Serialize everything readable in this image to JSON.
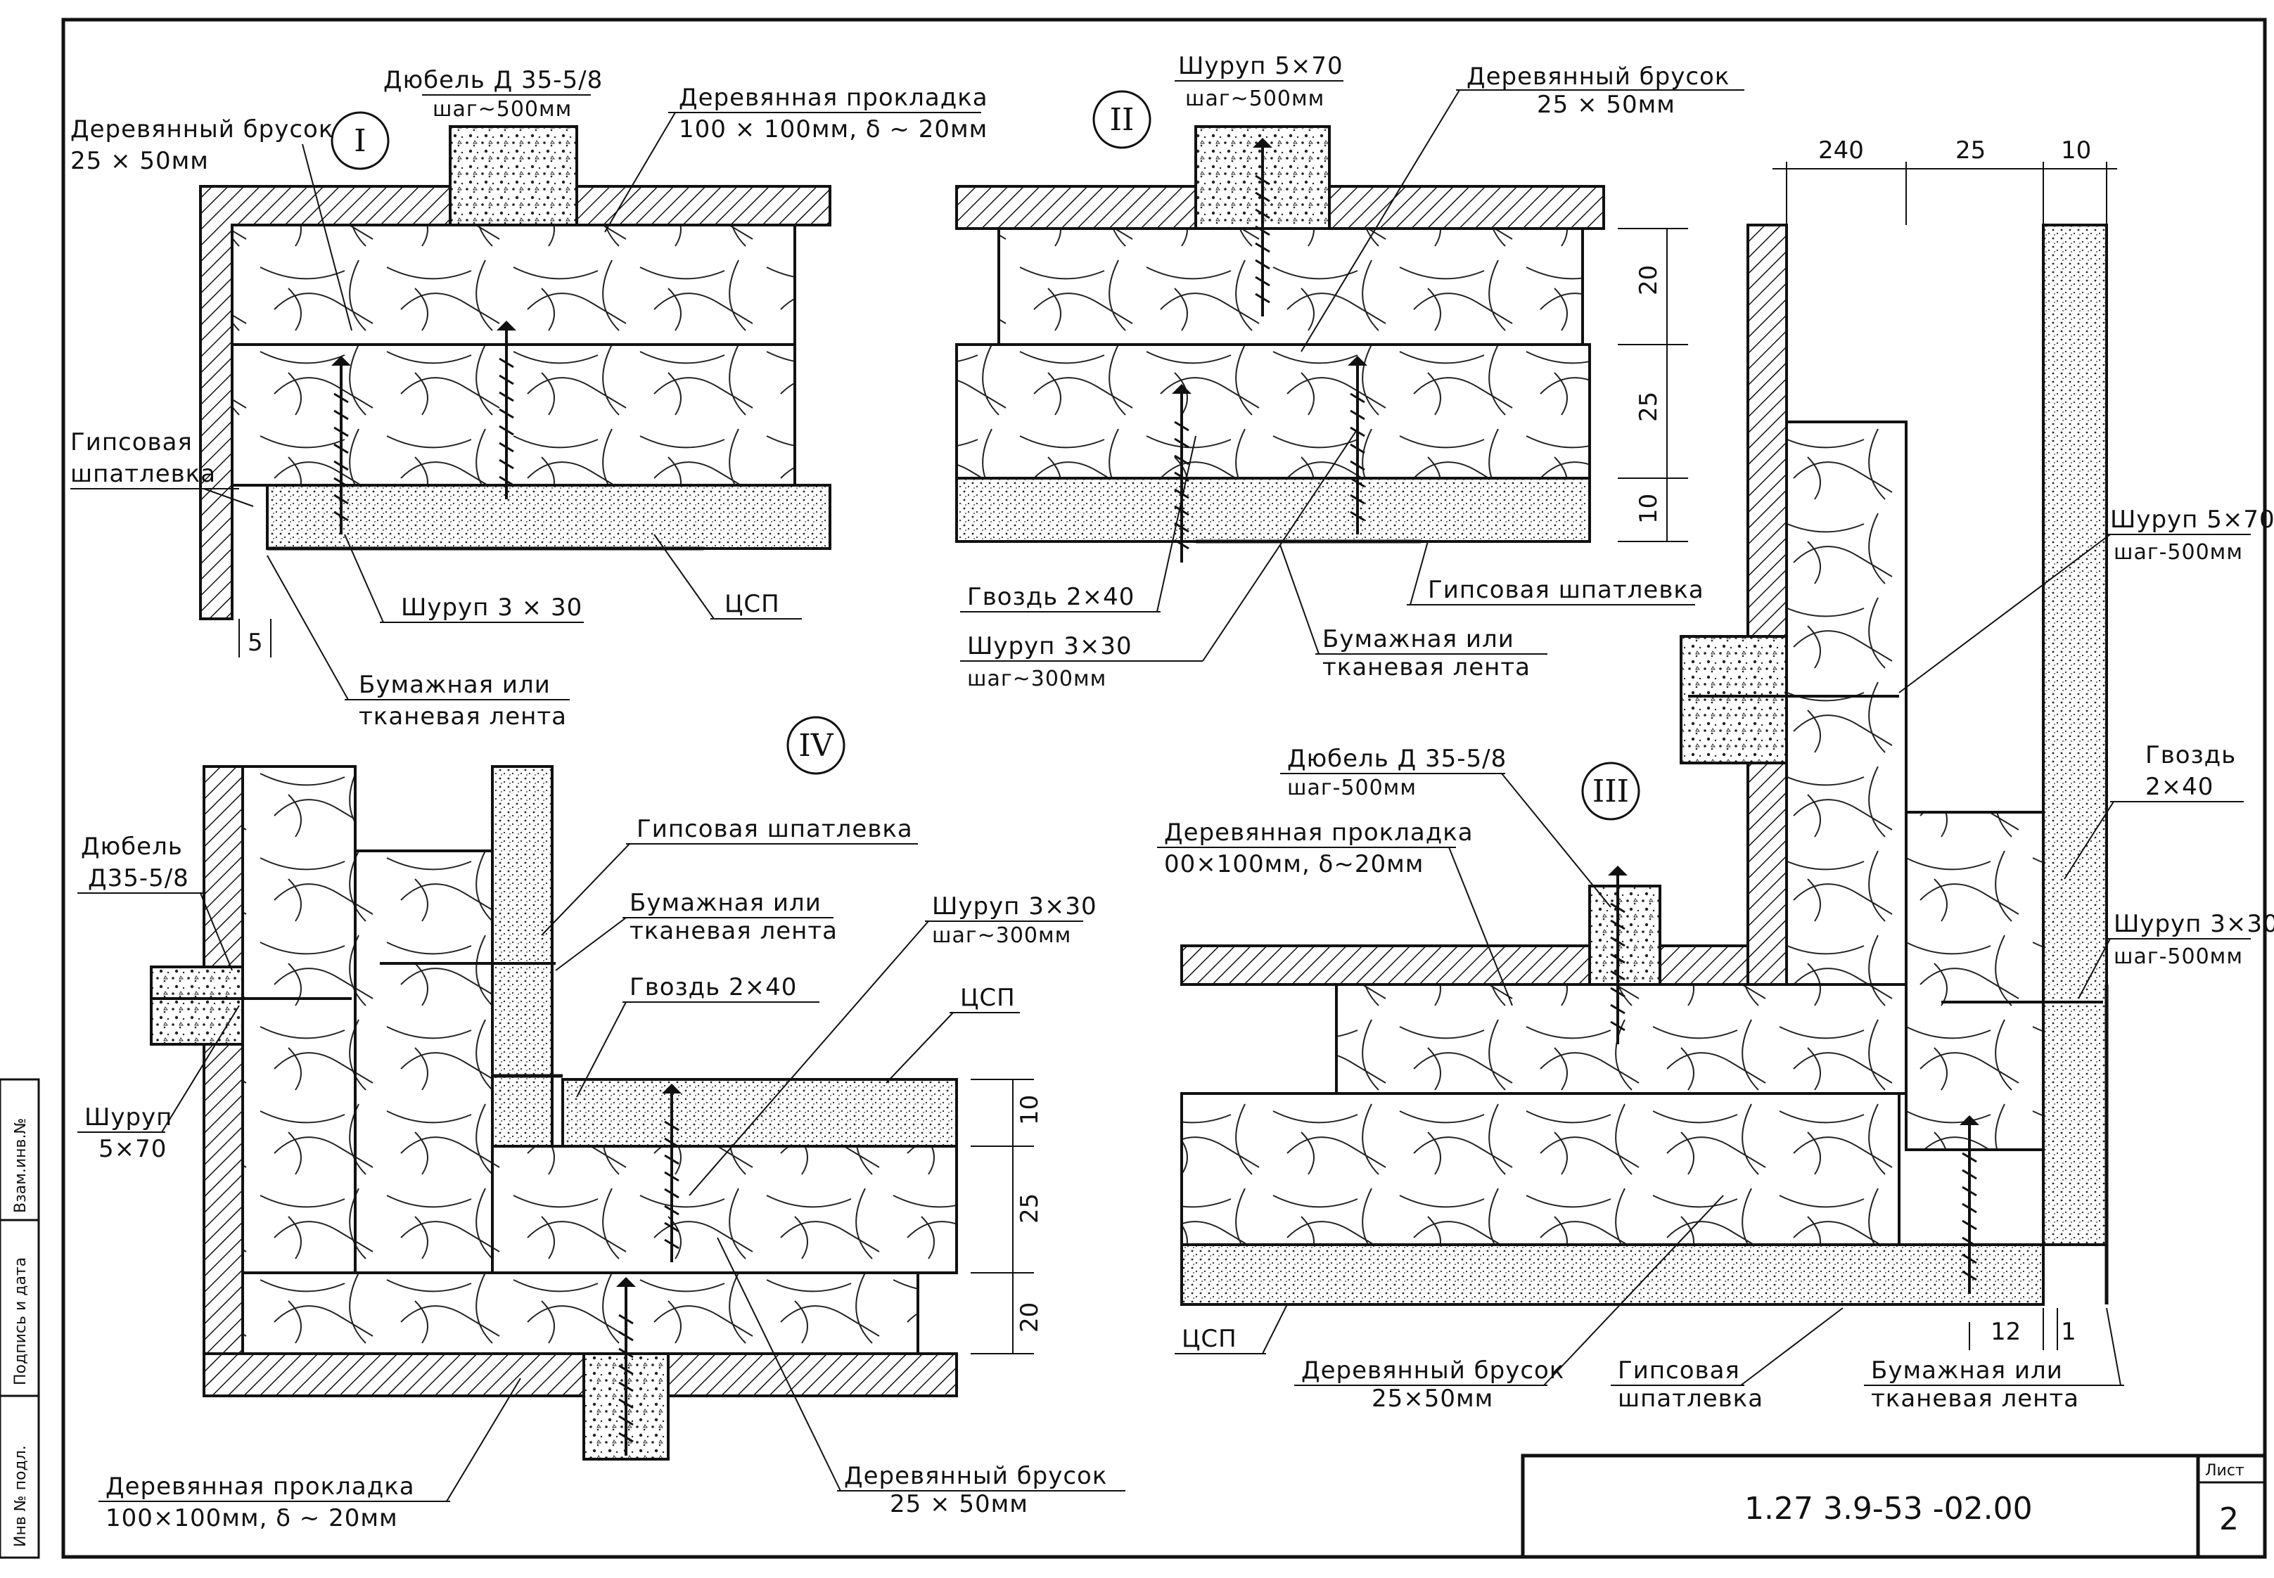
{
  "details": {
    "d1": {
      "roman": "I",
      "dowel": "Дюбель Д 35-5/8",
      "dowel_step": "шаг~500мм",
      "bar": "Деревянный брусок",
      "bar_size": "25 × 50мм",
      "pad": "Деревянная прокладка",
      "pad_size": "100 × 100мм, δ ~ 20мм",
      "putty_1": "Гипсовая",
      "putty_2": "шпатлевка",
      "screw": "Шуруп 3 × 30",
      "csp": "ЦСП",
      "tape_1": "Бумажная или",
      "tape_2": "тканевая лента",
      "dim": "5"
    },
    "d2": {
      "roman": "II",
      "screw_top": "Шуруп 5×70",
      "screw_top_step": "шаг~500мм",
      "bar": "Деревянный брусок",
      "bar_size": "25 × 50мм",
      "nail": "Гвоздь 2×40",
      "putty": "Гипсовая шпатлевка",
      "screw": "Шуруп 3×30",
      "screw_step": "шаг~300мм",
      "tape_1": "Бумажная или",
      "tape_2": "тканевая лента",
      "dims": [
        "20",
        "25",
        "10"
      ]
    },
    "d3": {
      "roman": "III",
      "dims_top": [
        "240",
        "25",
        "10"
      ],
      "screw_5x70": "Шуруп 5×70",
      "screw_5x70_step": "шаг-500мм",
      "nail_1": "Гвоздь",
      "nail_2": "2×40",
      "screw_3x30": "Шуруп 3×30",
      "screw_3x30_step": "шаг-500мм",
      "dowel": "Дюбель Д 35-5/8",
      "dowel_step": "шаг-500мм",
      "pad": "Деревянная прокладка",
      "pad_size": "00×100мм, δ~20мм",
      "csp": "ЦСП",
      "bar": "Деревянный брусок",
      "bar_size": "25×50мм",
      "putty_1": "Гипсовая",
      "putty_2": "шпатлевка",
      "tape_1": "Бумажная или",
      "tape_2": "тканевая лента",
      "dims_bottom": [
        "12",
        "1"
      ]
    },
    "d4": {
      "roman": "IV",
      "dowel_1": "Дюбель",
      "dowel_2": "Д35-5/8",
      "putty": "Гипсовая шпатлевка",
      "tape_1": "Бумажная или",
      "tape_2": "тканевая лента",
      "screw": "Шуруп 3×30",
      "screw_step": "шаг~300мм",
      "nail": "Гвоздь 2×40",
      "csp": "ЦСП",
      "screw_5_1": "Шуруп",
      "screw_5_2": "5×70",
      "pad": "Деревянная прокладка",
      "pad_size": "100×100мм, δ ~ 20мм",
      "bar": "Деревянный брусок",
      "bar_size": "25 × 50мм",
      "dims": [
        "10",
        "25",
        "20"
      ]
    }
  },
  "stamp": {
    "col1": "Инв № подл.",
    "col2": "Подпись и дата",
    "col3": "Взам.инв.№"
  },
  "title_block": {
    "code": "1.27 3.9-53 -02.00",
    "sheet_label": "Лист",
    "sheet_number": "2"
  }
}
